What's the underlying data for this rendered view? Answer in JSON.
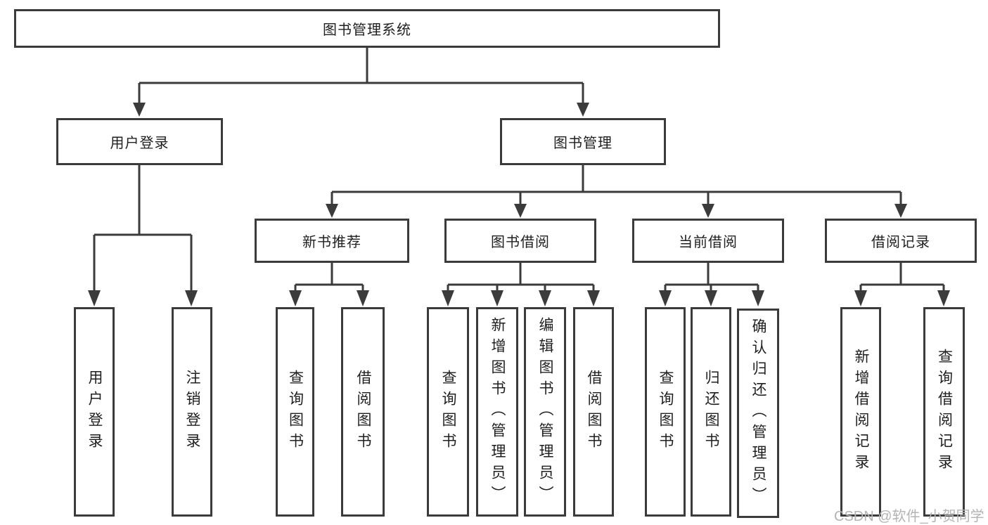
{
  "diagram": {
    "title": "图书管理系统",
    "root": {
      "label": "图书管理系统"
    },
    "branches": [
      {
        "label": "用户登录",
        "children": [
          {
            "label": "用户登录"
          },
          {
            "label": "注销登录"
          }
        ]
      },
      {
        "label": "图书管理",
        "children": [
          {
            "label": "新书推荐",
            "children": [
              {
                "label": "查询图书"
              },
              {
                "label": "借阅图书"
              }
            ]
          },
          {
            "label": "图书借阅",
            "children": [
              {
                "label": "查询图书"
              },
              {
                "label": "新增图书（管理员）"
              },
              {
                "label": "编辑图书（管理员）"
              },
              {
                "label": "借阅图书"
              }
            ]
          },
          {
            "label": "当前借阅",
            "children": [
              {
                "label": "查询图书"
              },
              {
                "label": "归还图书"
              },
              {
                "label": "确认归还（管理员）"
              }
            ]
          },
          {
            "label": "借阅记录",
            "children": [
              {
                "label": "新增借阅记录"
              },
              {
                "label": "查询借阅记录"
              }
            ]
          }
        ]
      }
    ]
  },
  "watermark": {
    "text": "CSDN @软件_小贺同学"
  },
  "colors": {
    "line": "#3b3b3b",
    "box_border": "#3b3b3b",
    "text": "#1f1f1f",
    "watermark": "#b4b4b4",
    "background": "#ffffff"
  }
}
